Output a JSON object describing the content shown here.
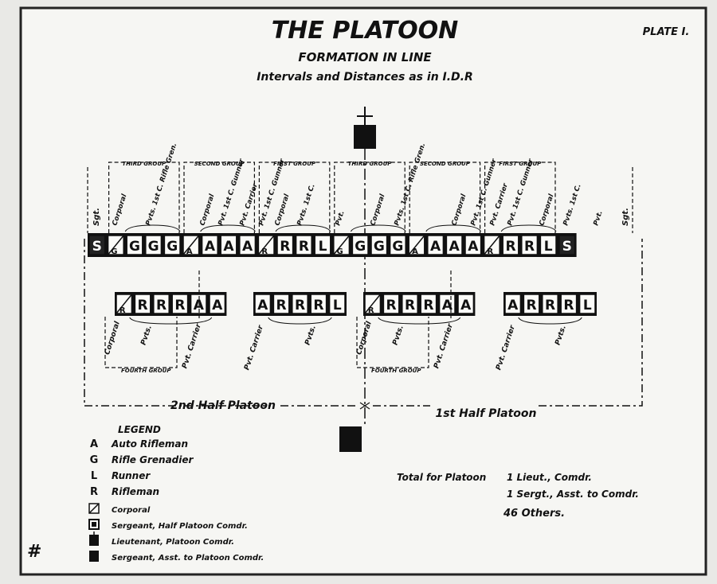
{
  "header": {
    "title": "THE PLATOON",
    "plate": "PLATE I.",
    "subtitle": "FORMATION IN LINE",
    "subtitle2": "Intervals and Distances as in I.D.R"
  },
  "front_rank": {
    "left_sgt_label": "Sgt.",
    "right_sgt_label": "Sgt.",
    "squares": [
      "S",
      "G",
      "G",
      "G",
      "G",
      "A",
      "A",
      "A",
      "A",
      "R",
      "R",
      "R",
      "L",
      "G",
      "G",
      "G",
      "G",
      "A",
      "A",
      "A",
      "A",
      "R",
      "R",
      "R",
      "L",
      "S"
    ],
    "group_headers": [
      "THIRD GROUP",
      "SECOND GROUP",
      "FIRST GROUP",
      "THIRD GROUP",
      "SECOND GROUP",
      "FIRST GROUP"
    ],
    "role_labels": [
      "Corporal",
      "Pvts. 1st C. Rifle Gren.",
      "Corporal",
      "Pvt. 1st C. Gunner",
      "Pvt. Carrier",
      "Pvt. 1st C. Gunner",
      "Corporal",
      "Pvts. 1st C.",
      "Pvt.",
      "Corporal",
      "Pvts. 1st C. Rifle Gren.",
      "Corporal",
      "Pvt. 1st C. Gunner",
      "Pvt. Carrier",
      "Pvt. 1st C. Gunner",
      "Corporal",
      "Pvts. 1st C.",
      "Pvt."
    ]
  },
  "rear_rank": {
    "groups": [
      {
        "squares": [
          "R",
          "R",
          "R",
          "R",
          "A",
          "A"
        ]
      },
      {
        "squares": [
          "A",
          "R",
          "R",
          "R",
          "L"
        ]
      },
      {
        "squares": [
          "R",
          "R",
          "R",
          "R",
          "A",
          "A"
        ]
      },
      {
        "squares": [
          "A",
          "R",
          "R",
          "R",
          "L"
        ]
      }
    ],
    "labels": [
      "Corporal",
      "Pvts.",
      "FOURTH GROUP",
      "Pvt. Carrier",
      "Pvt. Carrier",
      "Pvts.",
      "Corporal",
      "Pvts.",
      "FOURTH GROUP",
      "Pvt. Carrier",
      "Pvt. Carrier",
      "Pvts."
    ]
  },
  "half_platoons": {
    "left": "2nd Half Platoon",
    "right": "1st Half Platoon"
  },
  "legend": {
    "title": "LEGEND",
    "items": [
      {
        "symbol": "A",
        "text": "Auto Rifleman"
      },
      {
        "symbol": "G",
        "text": "Rifle Grenadier"
      },
      {
        "symbol": "L",
        "text": "Runner"
      },
      {
        "symbol": "R",
        "text": "Rifleman"
      },
      {
        "symbol": "corporal",
        "text": "Corporal"
      },
      {
        "symbol": "sergeant",
        "text": "Sergeant, Half Platoon Comdr."
      },
      {
        "symbol": "lieutenant",
        "text": "Lieutenant, Platoon Comdr."
      },
      {
        "symbol": "sergeant-asst",
        "text": "Sergeant, Asst. to Platoon Comdr."
      }
    ]
  },
  "totals": {
    "label": "Total for Platoon",
    "lines": [
      "1 Lieut., Comdr.",
      "1 Sergt., Asst. to Comdr.",
      "46 Others."
    ]
  },
  "corner_mark": "#"
}
